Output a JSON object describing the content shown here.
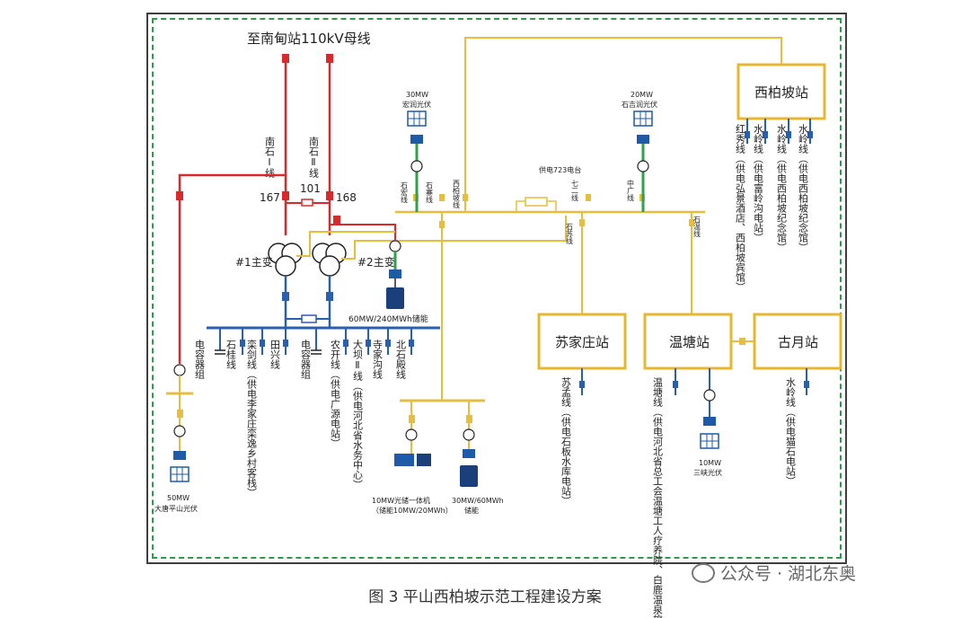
{
  "caption": "图 3 平山西柏坡示范工程建设方案",
  "watermark": "公众号 · 湖北东奥",
  "diagram": {
    "bus_110kv": "至南甸站110kV母线",
    "line_nanshi1": "南石Ⅰ线",
    "line_nanshi2": "南石Ⅱ线",
    "breaker_167": "167",
    "breaker_101": "101",
    "breaker_168": "168",
    "transformer1": "#1主变",
    "transformer2": "#2主变",
    "storage_60": "60MW/240MWh储能",
    "pv_50_cap": "50MW",
    "pv_50_name": "大唐平山光伏",
    "pv_30_cap": "30MW",
    "pv_30_name": "宏润光伏",
    "pv_20_cap": "20MW",
    "pv_20_name": "石吉润光伏",
    "pv_10_cap": "10MW",
    "pv_10_name": "三峡光伏",
    "pvs_10_line1": "10MW光储一体机",
    "pvs_10_line2": "（储能10MW/20MWh）",
    "storage_30_line1": "30MW/60MWh",
    "storage_30_line2": "储能",
    "supply_station": "供电723电台",
    "station_xibaipo": "西柏坡站",
    "station_sujiazhuang": "苏家庄站",
    "station_wentang": "温塘站",
    "station_guyue": "古月站",
    "feeders_10kv": [
      "电容器组",
      "石桂线",
      "栾剑线（供电李家庄栾逸乡村客栈）",
      "田兴线",
      "电容器组",
      "农开线（供电广源电站）",
      "大坝Ⅱ线（供电河北省水务中心）",
      "寺家沟线",
      "北石殿线"
    ],
    "upper_feeders": [
      "石宏线",
      "石寨线",
      "西柏坡线",
      "七二线",
      "中广线",
      "石温线",
      "石苏线"
    ],
    "xibaipo_feeders": [
      "红秀线（供电弘景酒店、西柏坡宾馆）",
      "水岭线（供电富岭沟电站）",
      "水岭线（供电西柏坡纪念馆）",
      "水岭线（供电西柏坡纪念馆）"
    ],
    "sujiazhuang_feeder": "苏孟线（供电石板水库电站）",
    "wentang_feeder": "温塘线（供电河北省总工会温塘工人疗养院、白鹿温泉旅游）",
    "guyue_feeder": "水岭线（供电猫石电站）"
  },
  "colors": {
    "line_110kv": "#d72b2b",
    "line_10kv": "#2a5fb0",
    "line_feeder": "#e6bd3d",
    "frame_dash": "#2e9a4b"
  }
}
